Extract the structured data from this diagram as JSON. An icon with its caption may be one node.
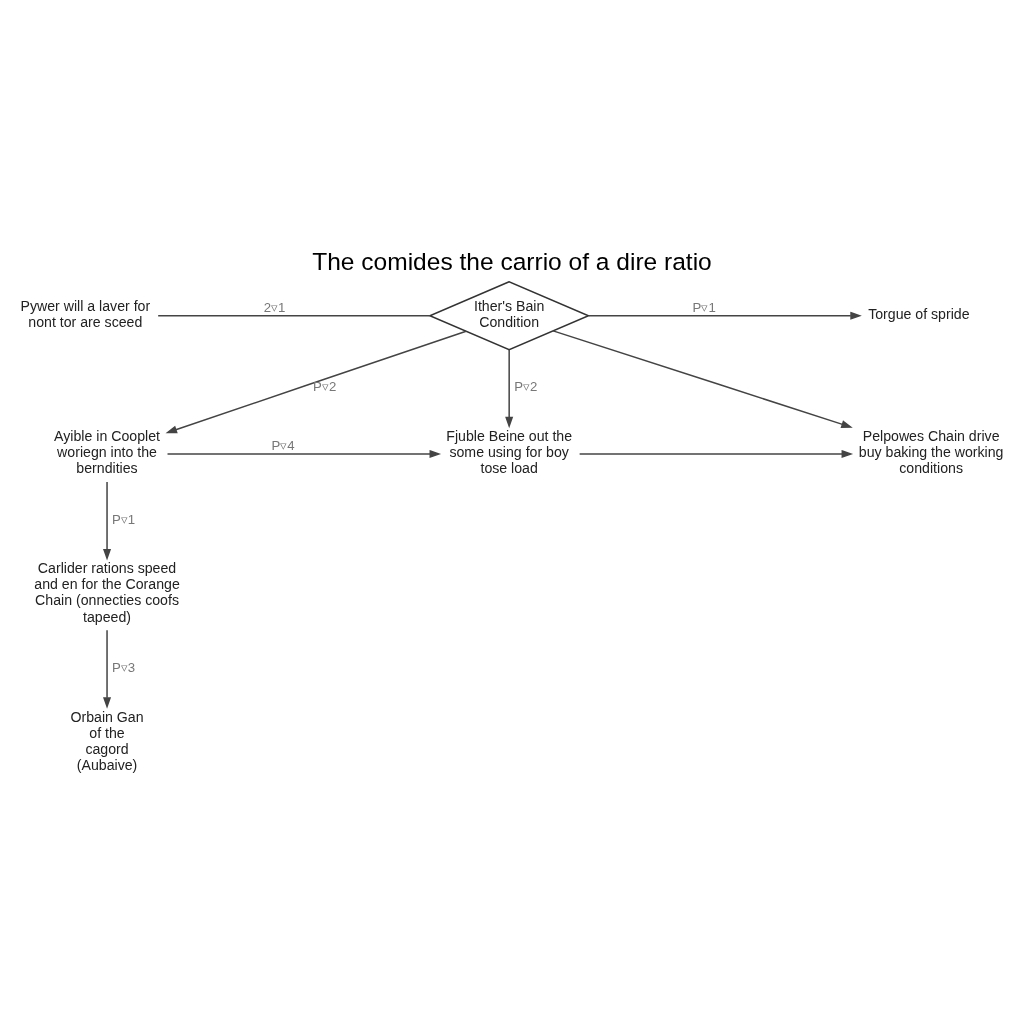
{
  "diagram": {
    "title": "The comides the carrio of a dire ratio",
    "nodes": [
      {
        "text": [
          "Pywer will a laver for nont tor are sceed"
        ]
      },
      {
        "text": [
          "Ither's Bain Condition"
        ]
      },
      {
        "text": [
          "Torgue of spride"
        ]
      },
      {
        "text": [
          "Ayible in Cooplet woriegn into the berndities"
        ]
      },
      {
        "text": [
          "Fjuble Beine out the some using for boy tose load"
        ]
      },
      {
        "text": [
          "Pelpowes Chain drive buy baking the working conditions"
        ]
      },
      {
        "text": [
          "Carlider rations speed and en for the Corange Chain (onnecties coofs tapeed)"
        ]
      },
      {
        "text": [
          "Orbain Gan of the cagord (Aubaive)"
        ]
      }
    ],
    "edges": [
      {
        "from": 0,
        "to": 1,
        "arrow": "none",
        "label": "2▿1"
      },
      {
        "from": 1,
        "to": 2,
        "arrow": "to",
        "label": "P▿1"
      },
      {
        "from": 1,
        "to": 3,
        "arrow": "to",
        "label": "P▿2"
      },
      {
        "from": 1,
        "to": 4,
        "arrow": "to",
        "label": "P▿2"
      },
      {
        "from": 1,
        "to": 5,
        "arrow": "to"
      },
      {
        "from": 3,
        "to": 4,
        "arrow": "to",
        "label": "P▿4"
      },
      {
        "from": 4,
        "to": 5,
        "arrow": "to"
      },
      {
        "from": 3,
        "to": 6,
        "arrow": "to",
        "label": "P▿1"
      },
      {
        "from": 6,
        "to": 7,
        "arrow": "to",
        "label": "P▿3"
      }
    ]
  }
}
